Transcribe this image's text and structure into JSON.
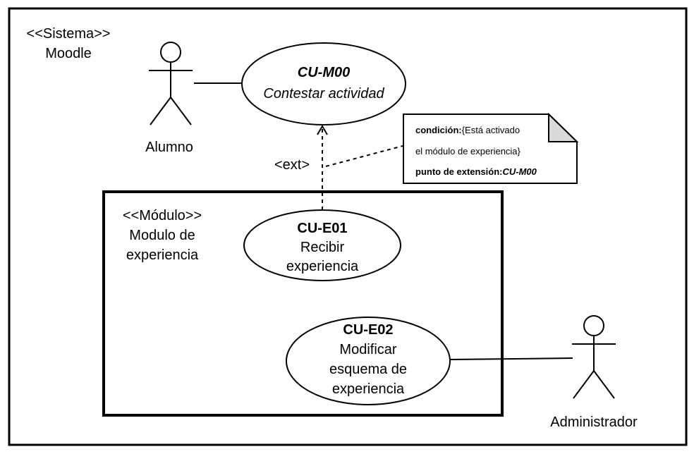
{
  "system": {
    "stereotype": "<<Sistema>>",
    "name": "Moodle"
  },
  "module": {
    "stereotype": "<<Módulo>>",
    "name_line1": "Modulo de",
    "name_line2": "experiencia"
  },
  "actors": {
    "alumno": "Alumno",
    "administrador": "Administrador"
  },
  "use_cases": {
    "m00": {
      "code": "CU-M00",
      "name": "Contestar actividad"
    },
    "e01": {
      "code": "CU-E01",
      "name_line1": "Recibir",
      "name_line2": "experiencia"
    },
    "e02": {
      "code": "CU-E02",
      "name_line1": "Modificar",
      "name_line2": "esquema de",
      "name_line3": "experiencia"
    }
  },
  "relation": {
    "extend_label": "<ext>"
  },
  "note": {
    "condition_label": "condición:",
    "condition_text_1": "{Está activado",
    "condition_text_2": "el módulo de experiencia}",
    "extension_point_label": "punto de extensión:",
    "extension_point_value": "CU-M00"
  }
}
